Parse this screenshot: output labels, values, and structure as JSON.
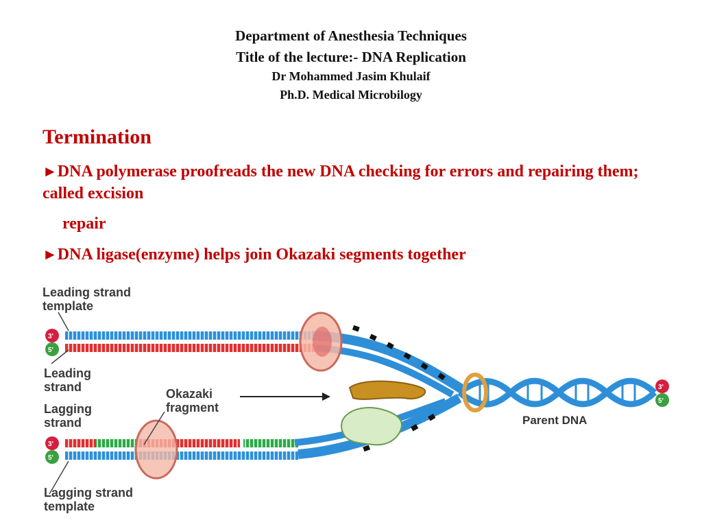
{
  "header": {
    "department": "Department of Anesthesia Techniques",
    "lecture_title": "Title of the lecture:- DNA Replication",
    "lecturer": "Dr Mohammed Jasim Khulaif",
    "degree": "Ph.D. Medical Microbilogy"
  },
  "content": {
    "section_title": "Termination",
    "bullet_marker": "►",
    "bullets": [
      {
        "text": "DNA polymerase proofreads the new DNA checking for errors and repairing them; called excision",
        "continuation": "repair"
      },
      {
        "text": "DNA ligase(enzyme) helps join Okazaki segments together"
      }
    ]
  },
  "diagram": {
    "labels": {
      "leading_template": [
        "Leading strand",
        "template"
      ],
      "leading_strand": [
        "Leading",
        "strand"
      ],
      "lagging_strand": [
        "Lagging",
        "strand"
      ],
      "lagging_template": [
        "Lagging strand",
        "template"
      ],
      "okazaki": [
        "Okazaki",
        "fragment"
      ],
      "parent": "Parent DNA"
    },
    "ends": {
      "three_prime": "3'",
      "five_prime": "5'"
    },
    "colors": {
      "template_strand": "#2e8fd8",
      "new_strand": "#e03030",
      "okazaki_green": "#2fa84a",
      "ring": "#e8a090",
      "end_dot": "#d42040",
      "end_dot_green": "#3aa040"
    }
  }
}
